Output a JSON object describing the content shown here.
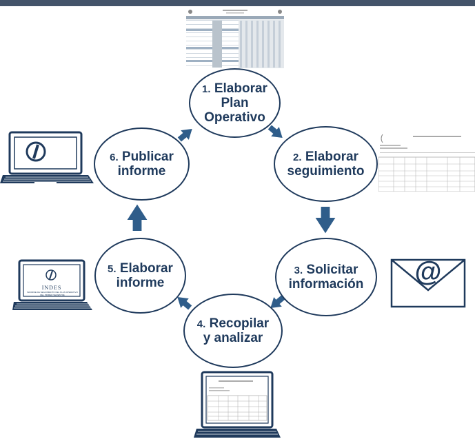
{
  "steps": [
    {
      "num": "1.",
      "lines": [
        "Elaborar",
        "Plan",
        "Operativo"
      ]
    },
    {
      "num": "2.",
      "lines": [
        "Elaborar",
        "seguimiento"
      ]
    },
    {
      "num": "3.",
      "lines": [
        "Solicitar",
        "información"
      ]
    },
    {
      "num": "4.",
      "lines": [
        "Recopilar",
        "y analizar"
      ]
    },
    {
      "num": "5.",
      "lines": [
        "Elaborar",
        "informe"
      ]
    },
    {
      "num": "6.",
      "lines": [
        "Publicar",
        "informe"
      ]
    }
  ],
  "report_cover": {
    "brand": "INDES",
    "caption": "INFORME DE SEGUIMIENTO DEL PLAN OPERATIVO DEL PRIMER SEMESTRE"
  },
  "email_symbol": "@",
  "colors": {
    "primary": "#1f3a5c",
    "arrow": "#2f5d8a",
    "topbar": "#44546a"
  },
  "icons": {
    "laptops": "laptop-icon",
    "email": "envelope-icon",
    "documents": "spreadsheet-thumbnail"
  }
}
